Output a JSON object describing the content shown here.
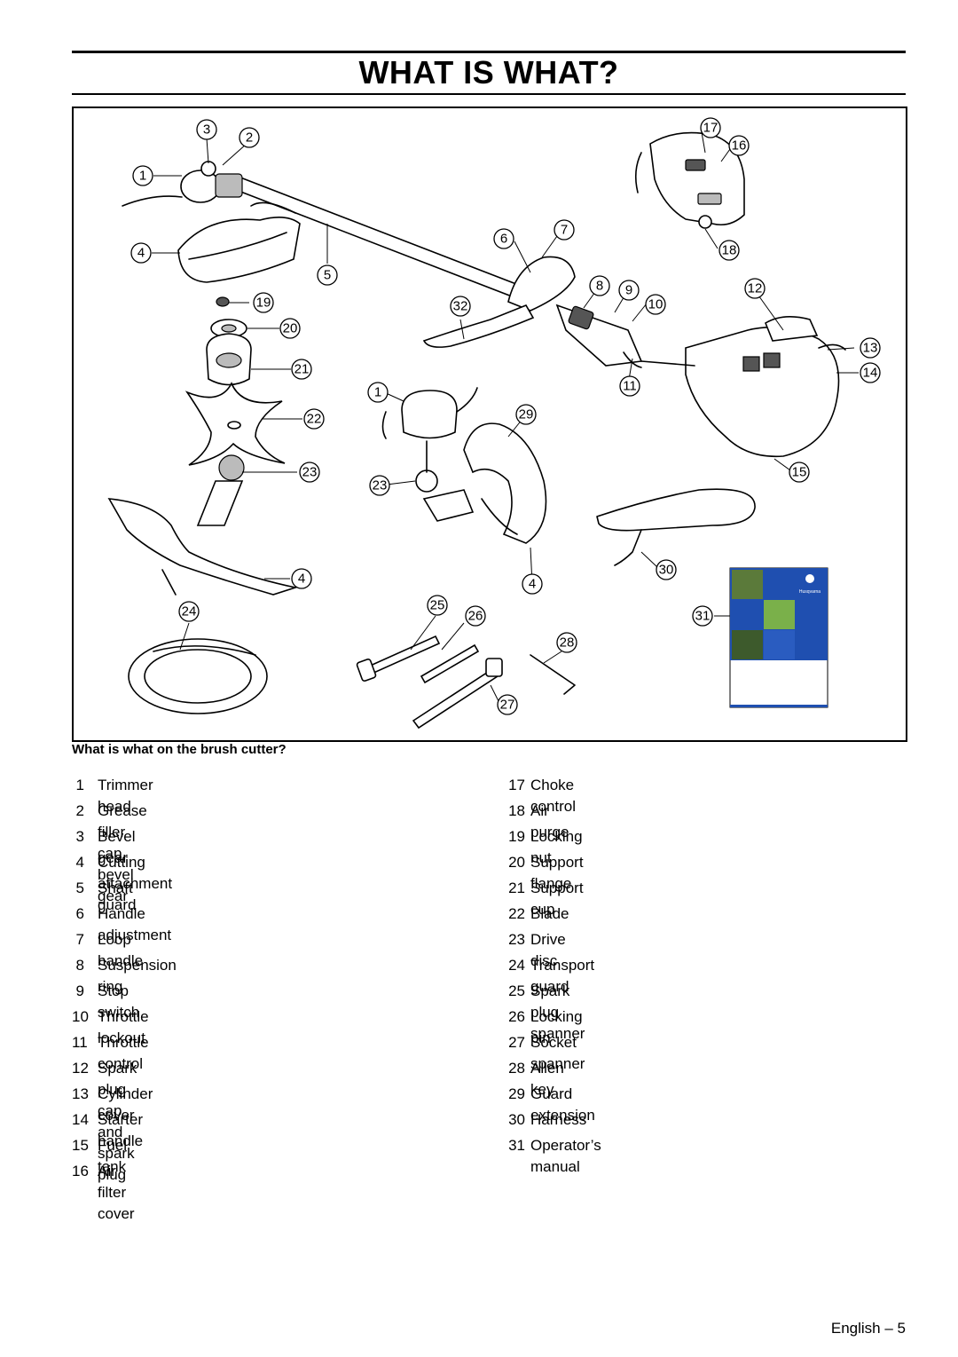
{
  "header": {
    "title": "WHAT IS WHAT?"
  },
  "figure": {
    "callouts": [
      "1",
      "2",
      "3",
      "4",
      "5",
      "6",
      "7",
      "8",
      "9",
      "10",
      "11",
      "12",
      "13",
      "14",
      "15",
      "16",
      "17",
      "18",
      "19",
      "20",
      "21",
      "22",
      "23",
      "24",
      "25",
      "26",
      "27",
      "28",
      "29",
      "30",
      "31",
      "32"
    ],
    "manual_cover": {
      "brand": "Husqvarna",
      "accent": "#1f4fb0"
    }
  },
  "section": {
    "heading": "What is what on the brush cutter?",
    "left_items": [
      {
        "num": "1",
        "label": "Trimmer head"
      },
      {
        "num": "2",
        "label": "Grease filler cap, bevel gear"
      },
      {
        "num": "3",
        "label": "Bevel gear"
      },
      {
        "num": "4",
        "label": "Cutting attachment guard"
      },
      {
        "num": "5",
        "label": "Shaft"
      },
      {
        "num": "6",
        "label": "Handle adjustment"
      },
      {
        "num": "7",
        "label": "Loop handle"
      },
      {
        "num": "8",
        "label": "Suspension ring"
      },
      {
        "num": "9",
        "label": "Stop switch"
      },
      {
        "num": "10",
        "label": "Throttle lockout"
      },
      {
        "num": "11",
        "label": "Throttle control"
      },
      {
        "num": "12",
        "label": "Spark plug cap and spark plug"
      },
      {
        "num": "13",
        "label": "Cylinder cover"
      },
      {
        "num": "14",
        "label": "Starter handle"
      },
      {
        "num": "15",
        "label": "Fuel tank"
      },
      {
        "num": "16",
        "label": "Air filter cover"
      }
    ],
    "right_items": [
      {
        "num": "17",
        "label": "Choke control"
      },
      {
        "num": "18",
        "label": "Air purge"
      },
      {
        "num": "19",
        "label": "Locking nut"
      },
      {
        "num": "20",
        "label": "Support flange"
      },
      {
        "num": "21",
        "label": "Support cup"
      },
      {
        "num": "22",
        "label": "Blade"
      },
      {
        "num": "23",
        "label": "Drive disc"
      },
      {
        "num": "24",
        "label": "Transport guard"
      },
      {
        "num": "25",
        "label": "Spark plug spanner"
      },
      {
        "num": "26",
        "label": "Locking pin"
      },
      {
        "num": "27",
        "label": "Socket spanner"
      },
      {
        "num": "28",
        "label": "Allen key"
      },
      {
        "num": "29",
        "label": "Guard extension"
      },
      {
        "num": "30",
        "label": "Harness"
      },
      {
        "num": "31",
        "label": "Operator’s manual"
      }
    ]
  },
  "footer": {
    "page_label": "English – 5"
  }
}
